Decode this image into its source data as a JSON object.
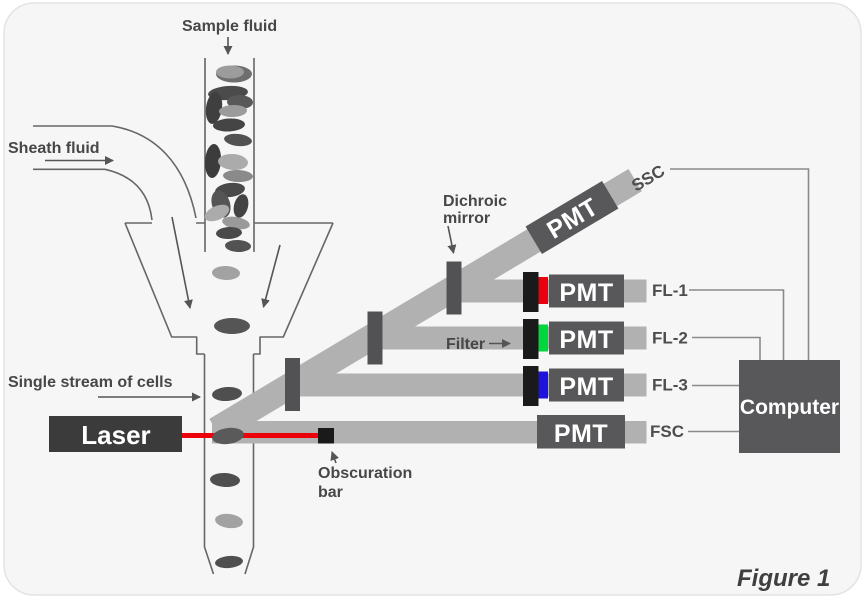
{
  "figure": {
    "caption": "Figure 1",
    "labels": {
      "sample_fluid": "Sample fluid",
      "sheath_fluid": "Sheath fluid",
      "single_stream_of_cells": "Single stream of cells",
      "laser": "Laser",
      "obscuration_line1": "Obscuration",
      "obscuration_line2": "bar",
      "dichroic_line1": "Dichroic",
      "dichroic_line2": "mirror",
      "filter": "Filter",
      "pmt": "PMT",
      "computer": "Computer"
    },
    "channels": [
      {
        "name": "SSC",
        "detector": "PMT",
        "filter_color": null
      },
      {
        "name": "FL-1",
        "detector": "PMT",
        "filter_color": "#e8000f"
      },
      {
        "name": "FL-2",
        "detector": "PMT",
        "filter_color": "#00d73c"
      },
      {
        "name": "FL-3",
        "detector": "PMT",
        "filter_color": "#1d13dc"
      },
      {
        "name": "FSC",
        "detector": "PMT",
        "filter_color": null
      }
    ],
    "colors": {
      "background": "#f6f6f6",
      "beam_gray": "#b1b1b1",
      "detector_box": "#58585a",
      "laser_box": "#3b3b3b",
      "laser_beam": "#ec0009",
      "filter_red": "#e8000f",
      "filter_green": "#00d73c",
      "filter_blue": "#1d13dc"
    }
  }
}
